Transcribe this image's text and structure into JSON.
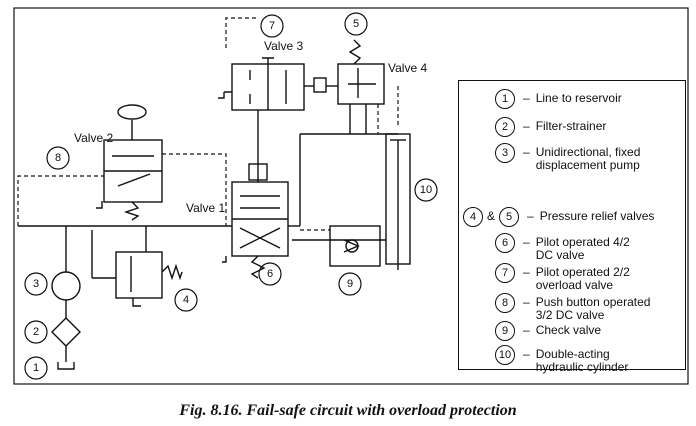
{
  "labels": {
    "valve1": "Valve 1",
    "valve2": "Valve 2",
    "valve3": "Valve 3",
    "valve4": "Valve 4"
  },
  "numbers": {
    "n1": "1",
    "n2": "2",
    "n3": "3",
    "n4": "4",
    "n5": "5",
    "n6": "6",
    "n7": "7",
    "n8": "8",
    "n9": "9",
    "n10": "10"
  },
  "legend": {
    "items": [
      {
        "num": "1",
        "text": "Line to reservoir"
      },
      {
        "num": "2",
        "text": "Filter-strainer"
      },
      {
        "num": "3",
        "text": "Unidirectional, fixed displacement pump"
      },
      {
        "num_a": "4",
        "amp": "&",
        "num": "5",
        "text": "Pressure relief valves"
      },
      {
        "num": "6",
        "text": "Pilot operated 4/2 DC valve"
      },
      {
        "num": "7",
        "text": "Pilot operated 2/2 overload valve"
      },
      {
        "num": "8",
        "text": "Push button operated 3/2 DC valve"
      },
      {
        "num": "9",
        "text": "Check valve"
      },
      {
        "num": "10",
        "text": "Double-acting hydraulic cylinder"
      }
    ],
    "dash": "–"
  },
  "caption": "Fig. 8.16. Fail-safe circuit with overload protection"
}
